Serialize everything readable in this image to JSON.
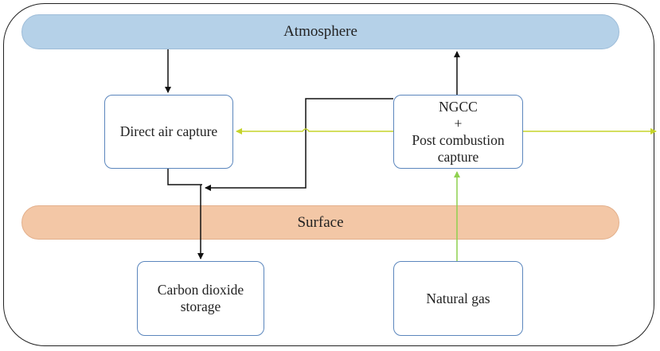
{
  "bands": {
    "atmosphere": "Atmosphere",
    "surface": "Surface"
  },
  "boxes": {
    "direct_air_capture": "Direct air capture",
    "ngcc_line1": "NGCC",
    "ngcc_line2": "+",
    "ngcc_line3": "Post combustion",
    "ngcc_line4": "capture",
    "co2_storage_line1": "Carbon dioxide",
    "co2_storage_line2": "storage",
    "natural_gas": "Natural gas"
  },
  "colors": {
    "atmosphere_fill": "#b5d1e8",
    "surface_fill": "#f3c7a6",
    "box_border": "#5b86bd",
    "co2_flow": "#111111",
    "energy_flow": "#c5d42a",
    "gas_flow": "#8fd14f"
  }
}
